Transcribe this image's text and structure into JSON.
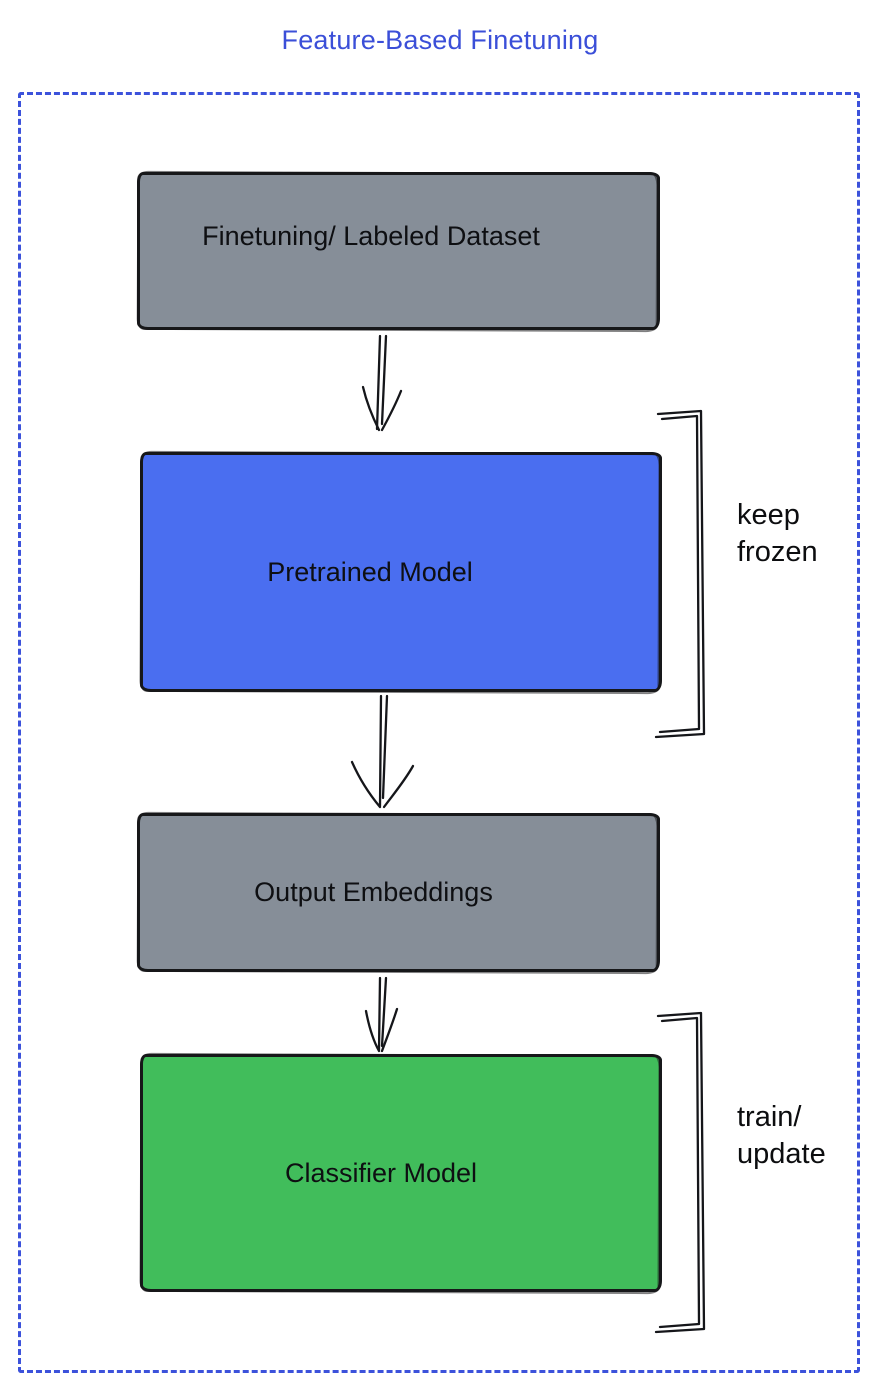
{
  "title": "Feature-Based Finetuning",
  "colors": {
    "title_text": "#3b4fd8",
    "frame_dash": "#3c52db",
    "node_gray": "#868e98",
    "node_blue": "#4a6ef0",
    "node_green": "#41bd5b",
    "line_stroke": "#15161a"
  },
  "nodes": [
    {
      "id": "finetuning-dataset",
      "label": "Finetuning/ Labeled Dataset",
      "fill": "#868e98"
    },
    {
      "id": "pretrained-model",
      "label": "Pretrained Model",
      "fill": "#4a6ef0"
    },
    {
      "id": "output-embeddings",
      "label": "Output Embeddings",
      "fill": "#868e98"
    },
    {
      "id": "classifier-model",
      "label": "Classifier Model",
      "fill": "#41bd5b"
    }
  ],
  "annotations": [
    {
      "target": "pretrained-model",
      "lines": [
        "keep",
        "frozen"
      ]
    },
    {
      "target": "classifier-model",
      "lines": [
        "train/",
        "update"
      ]
    }
  ]
}
